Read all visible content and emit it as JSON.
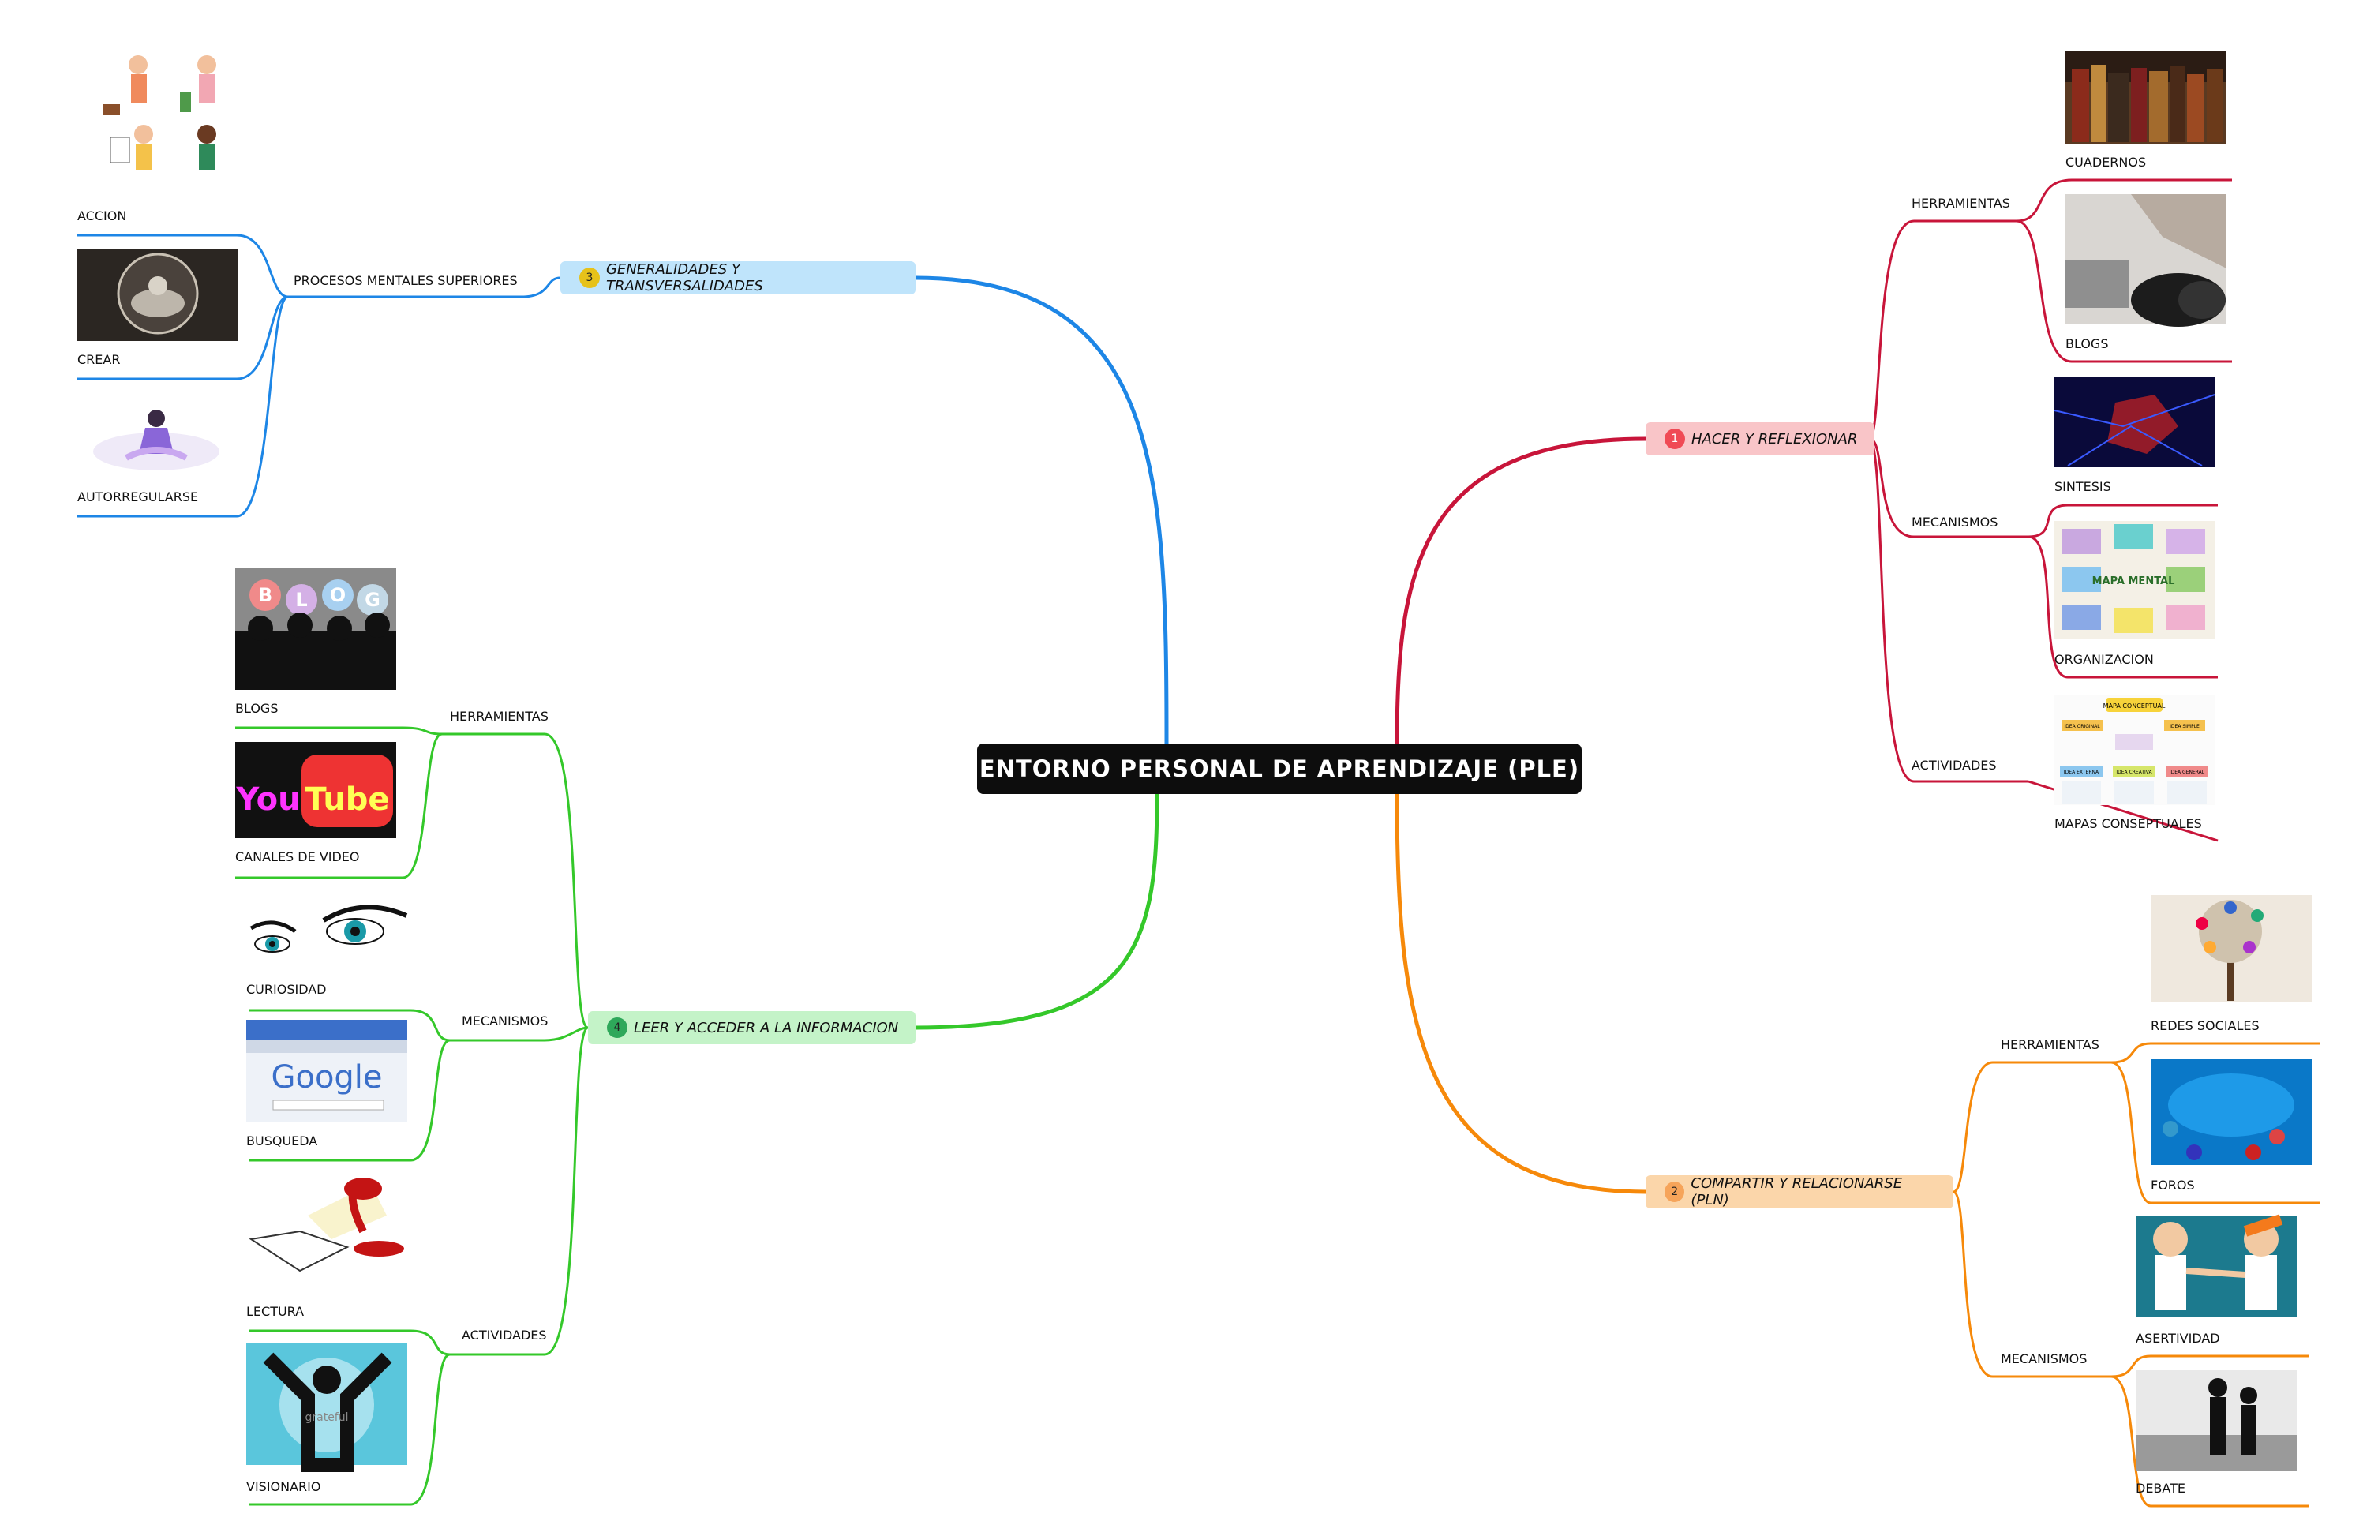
{
  "central": {
    "title": "ENTORNO PERSONAL DE APRENDIZAJE (PLE)"
  },
  "colors": {
    "red": "#c8153a",
    "orange": "#f6890a",
    "blue": "#1d86e6",
    "green": "#34c82a"
  },
  "branches": {
    "b1": {
      "num": "1",
      "label": "HACER Y REFLEXIONAR",
      "sub": {
        "herr": "HERRAMIENTAS",
        "mec": "MECANISMOS",
        "act": "ACTIVIDADES"
      },
      "leaves": {
        "cuadernos": "CUADERNOS",
        "blogs": "BLOGS",
        "sintesis": "SINTESIS",
        "organizacion": "ORGANIZACION",
        "mapas": "MAPAS CONSEPTUALES"
      },
      "mapimg": {
        "top": "MAPA CONCEPTUAL",
        "a": "IDEA ORIGINAL",
        "b": "IDEA SIMPLE",
        "c": "IDEA EXTERNA",
        "d": "IDEA CREATIVA",
        "e": "IDEA GENERAL"
      },
      "orgimg": {
        "center": "MAPA MENTAL"
      }
    },
    "b2": {
      "num": "2",
      "label": "COMPARTIR Y RELACIONARSE (PLN)",
      "sub": {
        "herr": "HERRAMIENTAS",
        "mec": "MECANISMOS"
      },
      "leaves": {
        "redes": "REDES SOCIALES",
        "foros": "FOROS",
        "asertividad": "ASERTIVIDAD",
        "debate": "DEBATE"
      }
    },
    "b3": {
      "num": "3",
      "label": "GENERALIDADES Y TRANSVERSALIDADES",
      "sub": {
        "procesos": "PROCESOS MENTALES SUPERIORES"
      },
      "leaves": {
        "accion": "ACCION",
        "crear": "CREAR",
        "autorregularse": "AUTORREGULARSE"
      }
    },
    "b4": {
      "num": "4",
      "label": "LEER Y ACCEDER A LA INFORMACION",
      "sub": {
        "herr": "HERRAMIENTAS",
        "mec": "MECANISMOS",
        "act": "ACTIVIDADES"
      },
      "leaves": {
        "blogs": "BLOGS",
        "canales": "CANALES DE VIDEO",
        "curiosidad": "CURIOSIDAD",
        "busqueda": "BUSQUEDA",
        "lectura": "LECTURA",
        "visionario": "VISIONARIO"
      },
      "blogimg": {
        "b": "B",
        "l": "L",
        "o": "O",
        "g": "G"
      },
      "ytimg": {
        "you": "You",
        "tube": "Tube"
      },
      "googleimg": {
        "word": "Google"
      },
      "visimg": {
        "word": "grateful"
      }
    }
  }
}
